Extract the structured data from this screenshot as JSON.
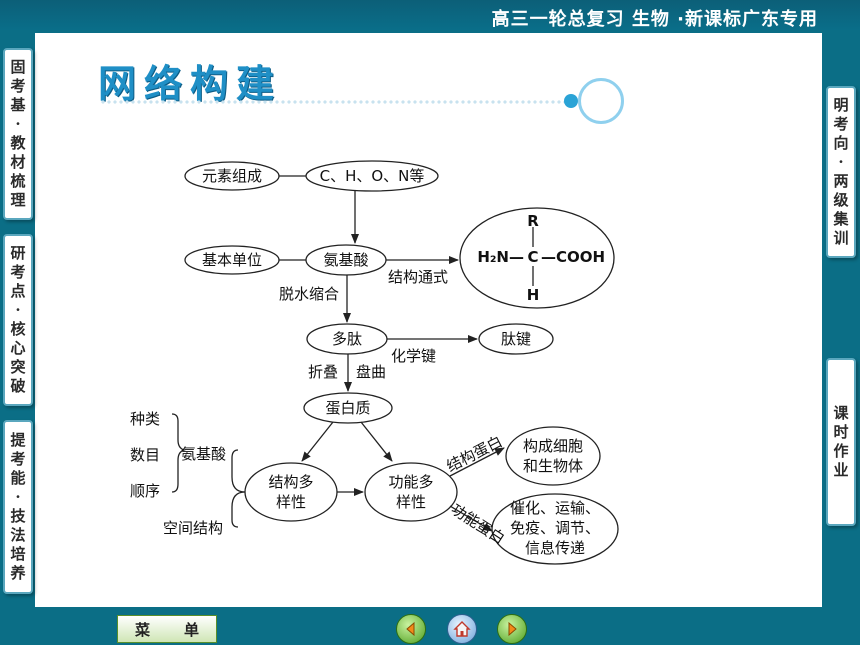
{
  "header": {
    "title": "高三一轮总复习 生物 ·新课标广东专用"
  },
  "left_nav": [
    {
      "label": "固考基·教材梳理",
      "chars": [
        "固",
        "考",
        "基",
        "·",
        "教",
        "材",
        "梳",
        "理"
      ]
    },
    {
      "label": "研考点·核心突破",
      "chars": [
        "研",
        "考",
        "点",
        "·",
        "核",
        "心",
        "突",
        "破"
      ]
    },
    {
      "label": "提考能·技法培养",
      "chars": [
        "提",
        "考",
        "能",
        "·",
        "技",
        "法",
        "培",
        "养"
      ]
    }
  ],
  "right_nav": [
    {
      "label": "明考向·两级集训",
      "chars": [
        "明",
        "考",
        "向",
        "·",
        "两",
        "级",
        "集",
        "训"
      ]
    },
    {
      "label": "课时作业",
      "chars": [
        "课",
        "时",
        "作",
        "业"
      ]
    }
  ],
  "section_title": "网络构建",
  "diagram": {
    "nodes": {
      "elements": "元素组成",
      "chon": "C、H、O、N等",
      "unit": "基本单位",
      "amino_acid": "氨基酸",
      "polypeptide": "多肽",
      "peptide_bond": "肽键",
      "protein": "蛋白质",
      "structural_diversity_l1": "结构多",
      "structural_diversity_l2": "样性",
      "functional_diversity_l1": "功能多",
      "functional_diversity_l2": "样性",
      "compose_l1": "构成细胞",
      "compose_l2": "和生物体",
      "functions_l1": "催化、运输、",
      "functions_l2": "免疫、调节、",
      "functions_l3": "信息传递"
    },
    "formula": {
      "r": "R",
      "left": "H₂N—",
      "c": "C",
      "right": "—COOH",
      "h": "H"
    },
    "edge_labels": {
      "structural_formula": "结构通式",
      "dehydration": "脱水缩合",
      "chemical_bond": "化学键",
      "folding": "折叠",
      "coiling": "盘曲",
      "structural_protein": "结构蛋白",
      "functional_protein": "功能蛋白"
    },
    "factors": {
      "kind": "种类",
      "number": "数目",
      "order": "顺序",
      "amino_acid": "氨基酸",
      "spatial": "空间结构"
    }
  },
  "footer": {
    "menu_chars": [
      "菜",
      "单"
    ]
  }
}
